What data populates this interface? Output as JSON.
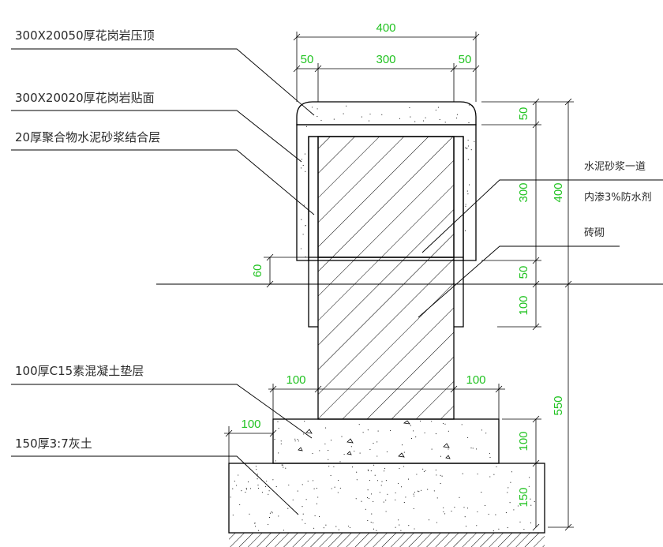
{
  "labels": {
    "coping": "300X20050厚花岗岩压顶",
    "facing": "300X20020厚花岗岩贴面",
    "bond_layer": "20厚聚合物水泥砂浆结合层",
    "cushion": "100厚C15素混凝土垫层",
    "lime_soil": "150厚3:7灰土",
    "mortar_line1": "水泥砂浆一道",
    "mortar_line2": "内渗3%防水剂",
    "brick": "砖砌"
  },
  "dimensions": {
    "top_total": "400",
    "top_left": "50",
    "top_mid": "300",
    "top_right": "50",
    "left_60": "60",
    "right_50_top": "50",
    "right_300": "300",
    "right_400": "400",
    "right_50_mid": "50",
    "right_100_mid": "100",
    "right_550": "550",
    "footing_left": "100",
    "footing_right": "100",
    "cushion_left": "100",
    "right_100_low": "100",
    "right_150": "150"
  },
  "colors": {
    "line": "#000000",
    "dimension_text": "#22c322",
    "background": "#ffffff"
  }
}
